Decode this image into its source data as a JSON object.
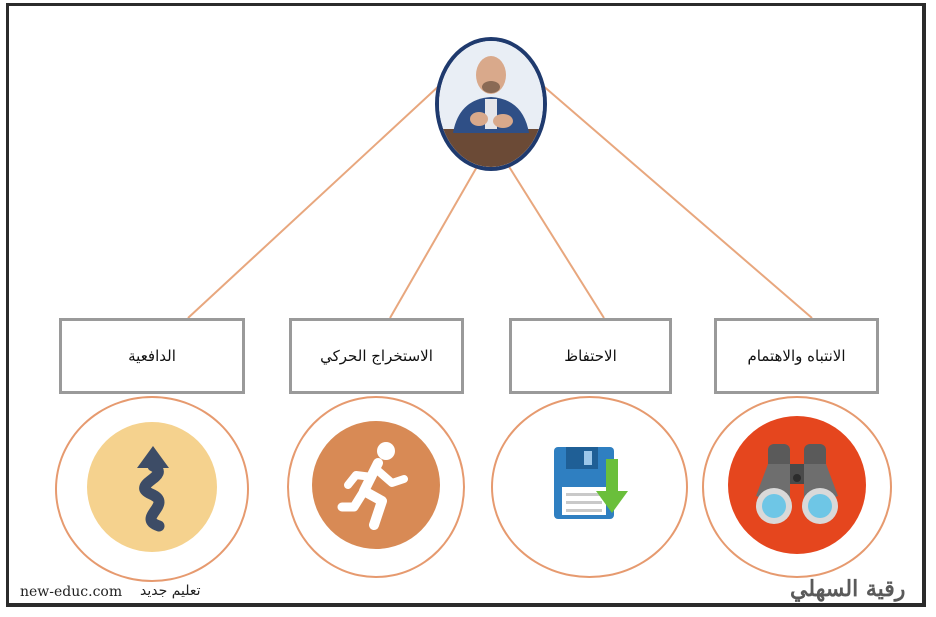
{
  "nodes": [
    {
      "id": "motivation",
      "label": "الدافعية",
      "icon": "winding-arrow-icon",
      "circle_color": "#f5d28e",
      "icon_color": "#3d4c66"
    },
    {
      "id": "motor",
      "label": "الاستخراج الحركي",
      "icon": "running-person-icon",
      "circle_color": "#d88a55",
      "icon_color": "#ffffff"
    },
    {
      "id": "retention",
      "label": "الاحتفاظ",
      "icon": "floppy-save-icon",
      "circle_color": "#ffffff",
      "icon_color": "#2f7fc1"
    },
    {
      "id": "attention",
      "label": "الانتباه والاهتمام",
      "icon": "binoculars-icon",
      "circle_color": "#e5461e",
      "icon_color": "#ffffff"
    }
  ],
  "colors": {
    "connector": "#e8a77e",
    "box_border": "#9a9a9a",
    "avatar_border": "#1f3a6e"
  },
  "footer": {
    "site": "new-educ.com",
    "site_arabic": "تعليم جديد",
    "signature": "رقية السهلي"
  }
}
